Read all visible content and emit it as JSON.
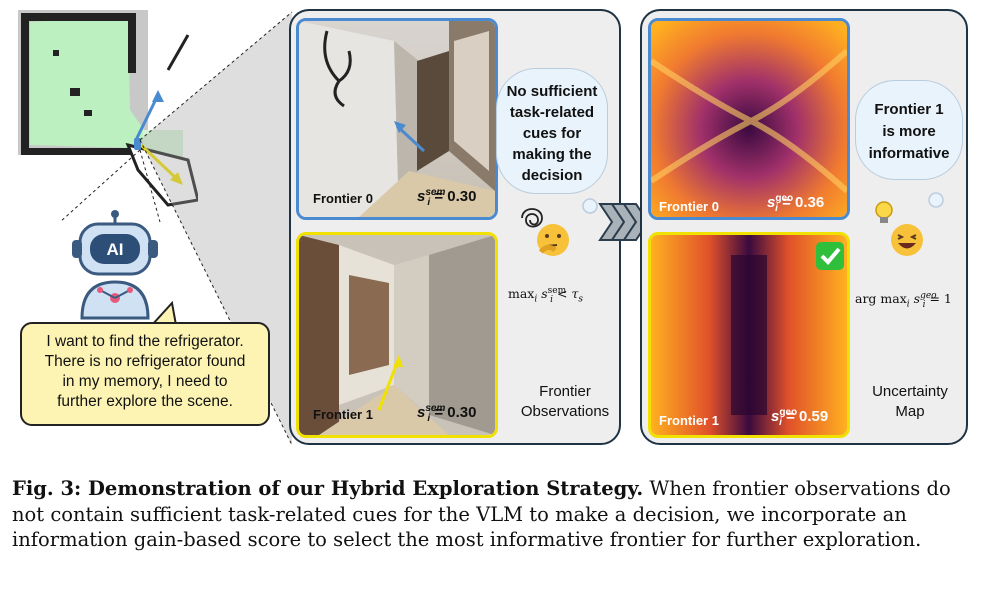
{
  "speech_bubble": {
    "line1": "I want to  find the refrigerator.",
    "line2": "There is no refrigerator found",
    "line3": "in my memory, I need to",
    "line4": "further explore the scene."
  },
  "robot": {
    "badge": "AI"
  },
  "left_panel": {
    "frontier0": {
      "label": "Frontier 0",
      "score_symbol": "s",
      "score_sub": "i",
      "score_sup": "sem",
      "score_value": "= 0.30"
    },
    "frontier1": {
      "label": "Frontier 1",
      "score_symbol": "s",
      "score_sub": "i",
      "score_sup": "sem",
      "score_value": "= 0.30"
    },
    "thought": {
      "line1": "No sufficient",
      "line2": "task-related",
      "line3": "cues for",
      "line4": "making the",
      "line5": "decision"
    },
    "formula": {
      "op": "max",
      "sub": "i",
      "sym": "s",
      "sym_sub": "i",
      "sym_sup": "sem",
      "rel": "< τ",
      "rel_sub": "s"
    },
    "caption_line1": "Frontier",
    "caption_line2": "Observations"
  },
  "right_panel": {
    "frontier0": {
      "label": "Frontier 0",
      "score_symbol": "s",
      "score_sub": "i",
      "score_sup": "geo",
      "score_value": "= 0.36"
    },
    "frontier1": {
      "label": "Frontier 1",
      "score_symbol": "s",
      "score_sub": "i",
      "score_sup": "geo",
      "score_value": "= 0.59"
    },
    "thought": {
      "line1": "Frontier 1",
      "line2": "is more",
      "line3": "informative"
    },
    "formula": {
      "op": "arg max",
      "sub": "i",
      "sym": "s",
      "sym_sub": "i",
      "sym_sup": "geo",
      "rel": "= 1"
    },
    "caption_line1": "Uncertainty",
    "caption_line2": "Map"
  },
  "caption": {
    "label": "Fig. 3: Demonstration of our Hybrid Exploration Strategy.",
    "text": " When frontier observations do not contain sufficient task-related cues for the VLM to make a decision, we incorporate an information gain-based score to select the most informative frontier for further exploration."
  },
  "colors": {
    "frontier0_border": "#4a8ad0",
    "frontier1_border": "#f0e100",
    "panel_border": "#1e3344",
    "speech_bg": "#fdf4b4",
    "map_free": "#bdf0c0",
    "heatmap_hot": "#ffb020",
    "heatmap_dark": "#3a0a40",
    "check_green": "#2fbf3a"
  },
  "icons": [
    "robot-icon",
    "thought-cloud-icon",
    "thinking-face-icon",
    "scribble-icon",
    "chevron-arrows-icon",
    "check-mark-icon",
    "lightbulb-icon",
    "grinning-face-icon"
  ]
}
